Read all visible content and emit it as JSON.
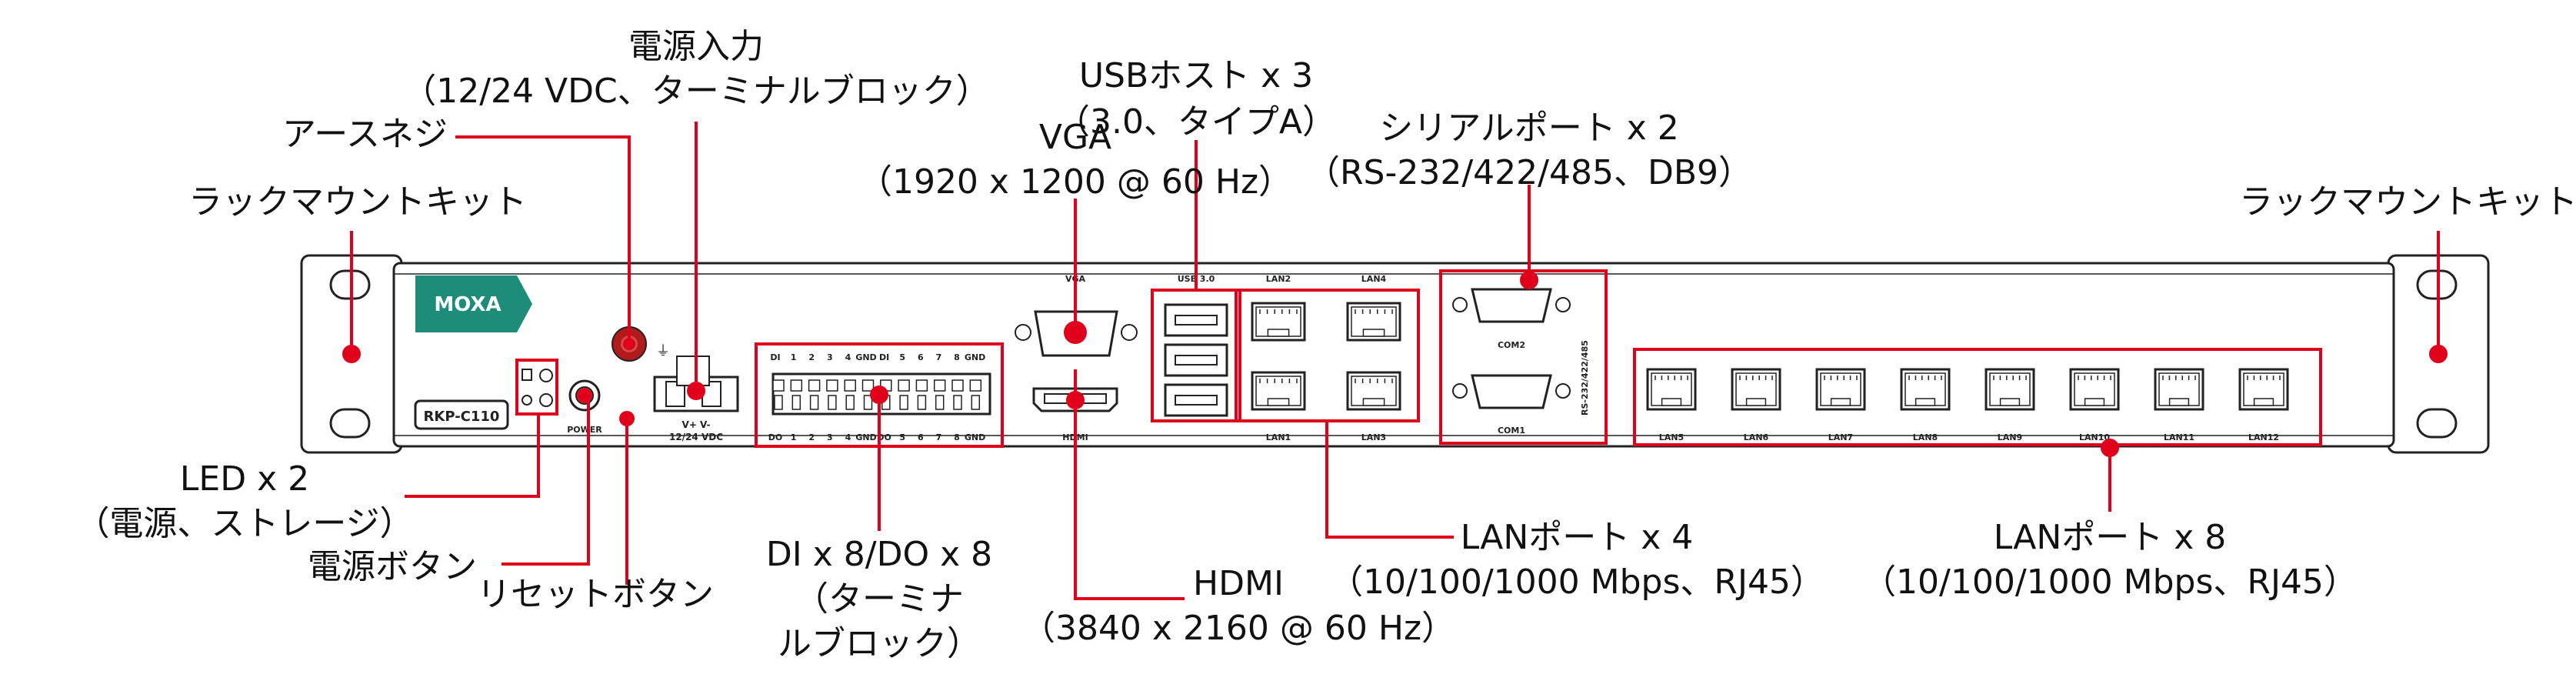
{
  "device": {
    "logo": "MOXA",
    "model": "RKP-C110",
    "power_label": "POWER",
    "terminal_label": "V+  V-",
    "terminal_voltage": "12/24 VDC",
    "vga_label": "VGA",
    "hdmi_label": "HDMI",
    "usb_label": "USB 3.0",
    "di_row": [
      "DI",
      "1",
      "2",
      "3",
      "4",
      "GND",
      "DI",
      "5",
      "6",
      "7",
      "8",
      "GND"
    ],
    "do_row": [
      "DO",
      "1",
      "2",
      "3",
      "4",
      "GND",
      "DO",
      "5",
      "6",
      "7",
      "8",
      "GND"
    ],
    "lan_group_a": [
      "LAN2",
      "LAN4",
      "LAN1",
      "LAN3"
    ],
    "com_labels": [
      "COM2",
      "COM1"
    ],
    "rs_label": "RS-232/422/485",
    "lan_group_b": [
      "LAN5",
      "LAN6",
      "LAN7",
      "LAN8",
      "LAN9",
      "LAN10",
      "LAN11",
      "LAN12"
    ]
  },
  "callouts": {
    "rack_left": "ラックマウントキット",
    "rack_right": "ラックマウントキット",
    "earth": "アースネジ",
    "power_in_1": "電源入力",
    "power_in_2": "（12/24 VDC、ターミナルブロック）",
    "vga_1": "VGA",
    "vga_2": "（1920 x 1200 @ 60 Hz）",
    "usb_1": "USBホスト x 3",
    "usb_2": "（3.0、タイプA）",
    "serial_1": "シリアルポート x 2",
    "serial_2": "（RS-232/422/485、DB9）",
    "led_1": "LED x 2",
    "led_2": "（電源、ストレージ）",
    "power_btn": "電源ボタン",
    "reset_btn": "リセットボタン",
    "dio_1": "DI x 8/DO x 8",
    "dio_2": "（ターミナ",
    "dio_3": "ルブロック）",
    "hdmi_1": "HDMI",
    "hdmi_2": "（3840 x 2160 @ 60 Hz）",
    "lan4_1": "LANポート x 4",
    "lan4_2": "（10/100/1000 Mbps、RJ45）",
    "lan8_1": "LANポート x 8",
    "lan8_2": "（10/100/1000 Mbps、RJ45）"
  },
  "colors": {
    "callout": "#e0001b",
    "outline": "#222222",
    "logo_bg": "#1d8c78"
  }
}
